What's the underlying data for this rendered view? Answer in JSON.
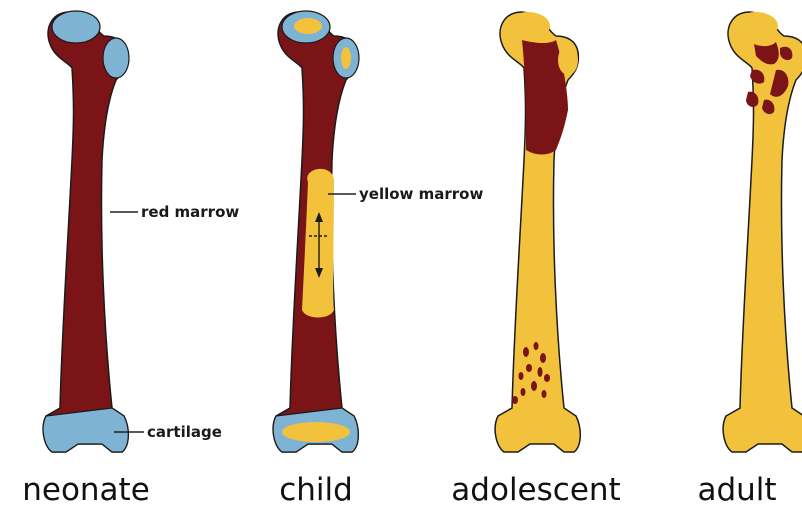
{
  "colors": {
    "red_marrow": "#7a1417",
    "yellow_marrow": "#f2c23d",
    "cartilage": "#7fb3d4",
    "outline": "#1b1b1b",
    "line": "#222222"
  },
  "stages": [
    {
      "name": "neonate"
    },
    {
      "name": "child"
    },
    {
      "name": "adolescent"
    },
    {
      "name": "adult"
    }
  ],
  "callouts": {
    "red_marrow": "red marrow",
    "yellow_marrow": "yellow marrow",
    "cartilage": "cartilage"
  }
}
